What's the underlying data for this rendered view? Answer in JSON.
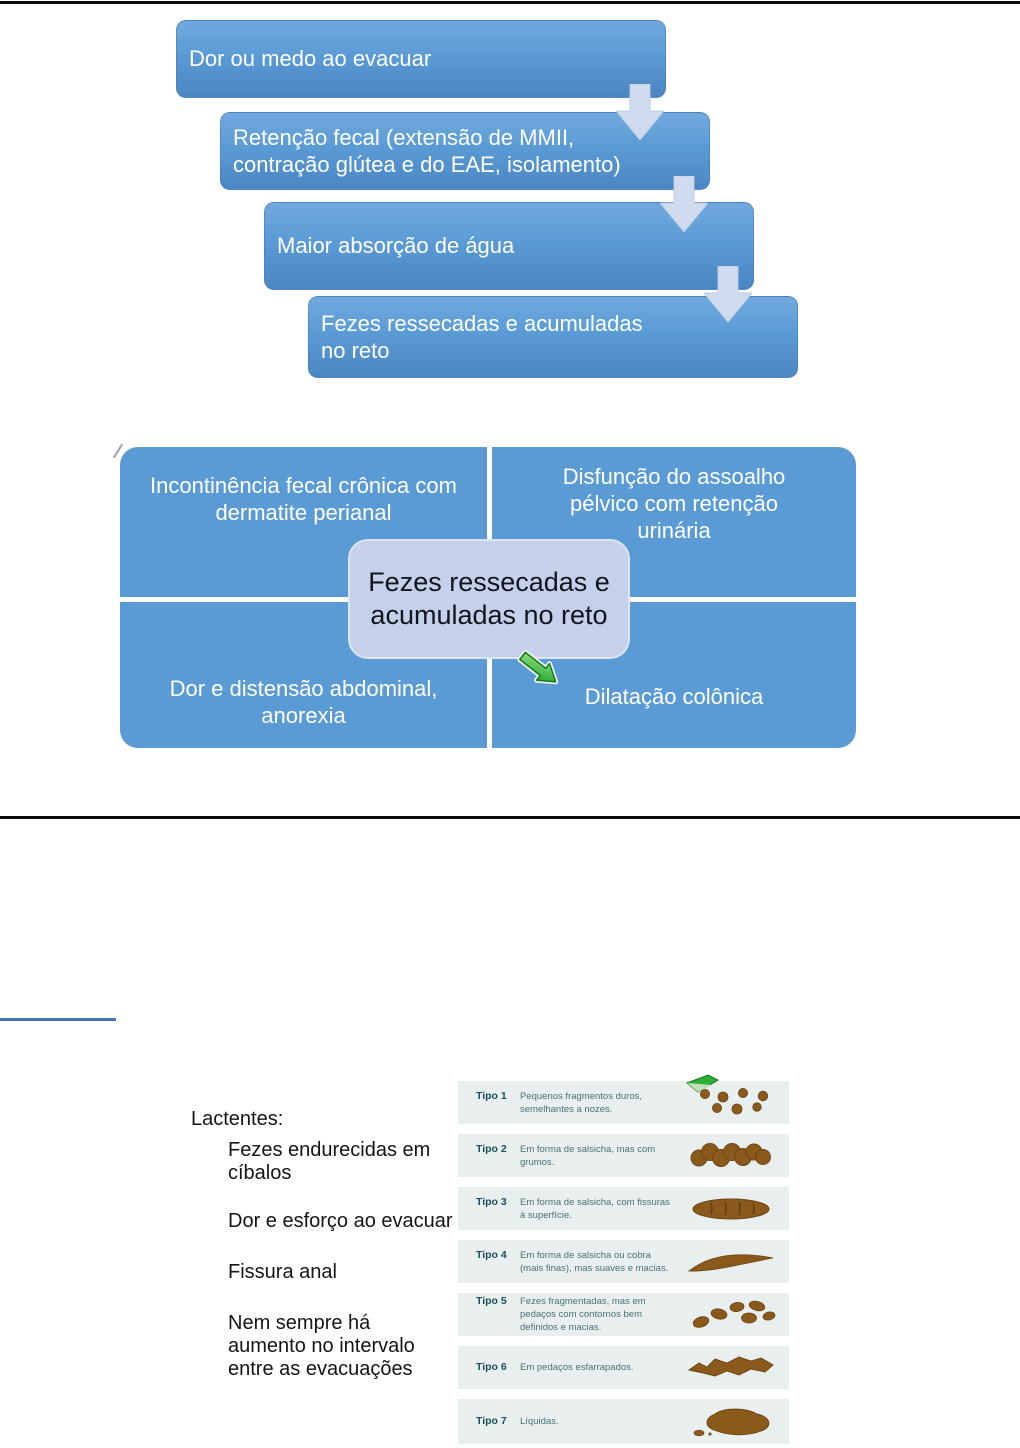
{
  "flowchart": {
    "steps": [
      {
        "label": "Dor ou medo ao evacuar"
      },
      {
        "label": "Retenção fecal (extensão de MMII, contração glútea e do EAE, isolamento)"
      },
      {
        "label": "Maior absorção de água"
      },
      {
        "label": "Fezes ressecadas e acumuladas no reto"
      }
    ]
  },
  "quadrant_diagram": {
    "center_label": "Fezes ressecadas e acumuladas no reto",
    "quadrants": [
      {
        "position": "top-left",
        "label": "Incontinência fecal crônica com dermatite perianal"
      },
      {
        "position": "top-right",
        "label": "Disfunção do assoalho pélvico com retenção urinária"
      },
      {
        "position": "bottom-left",
        "label": "Dor e distensão abdominal, anorexia"
      },
      {
        "position": "bottom-right",
        "label": "Dilatação colônica"
      }
    ]
  },
  "infants_section": {
    "heading": "Lactentes:",
    "items": [
      "Fezes endurecidas em cíbalos",
      "Dor e esforço ao evacuar",
      "Fissura anal",
      "Nem sempre há aumento no intervalo entre as evacuações"
    ]
  },
  "bristol_chart": {
    "rows": [
      {
        "type": "Tipo 1",
        "description": "Pequenos fragmentos duros, semelhantes a nozes."
      },
      {
        "type": "Tipo 2",
        "description": "Em forma de salsicha, mas com grumos."
      },
      {
        "type": "Tipo 3",
        "description": "Em forma de salsicha, com fissuras à superfície."
      },
      {
        "type": "Tipo 4",
        "description": "Em forma de salsicha ou cobra (mais finas), mas suaves e macias."
      },
      {
        "type": "Tipo 5",
        "description": "Fezes fragmentadas, mas em pedaços com contornos bem definidos e macias."
      },
      {
        "type": "Tipo 6",
        "description": "Em pedaços esfarrapados."
      },
      {
        "type": "Tipo 7",
        "description": "Líquidas."
      }
    ]
  },
  "colors": {
    "flow_box_blue": "#5b9bd5",
    "flow_arrow_light_blue": "#cfdcef",
    "center_box_fill": "#c5d1ea",
    "green_arrow": "#2fa834",
    "bristol_row_bg": "#e8efee",
    "bristol_type_label": "#1b4f5c",
    "bristol_description": "#4a7078",
    "stool_brown": "#8a5a1d",
    "rule_black": "#0b0b0b",
    "rule_blue": "#4472c4"
  }
}
